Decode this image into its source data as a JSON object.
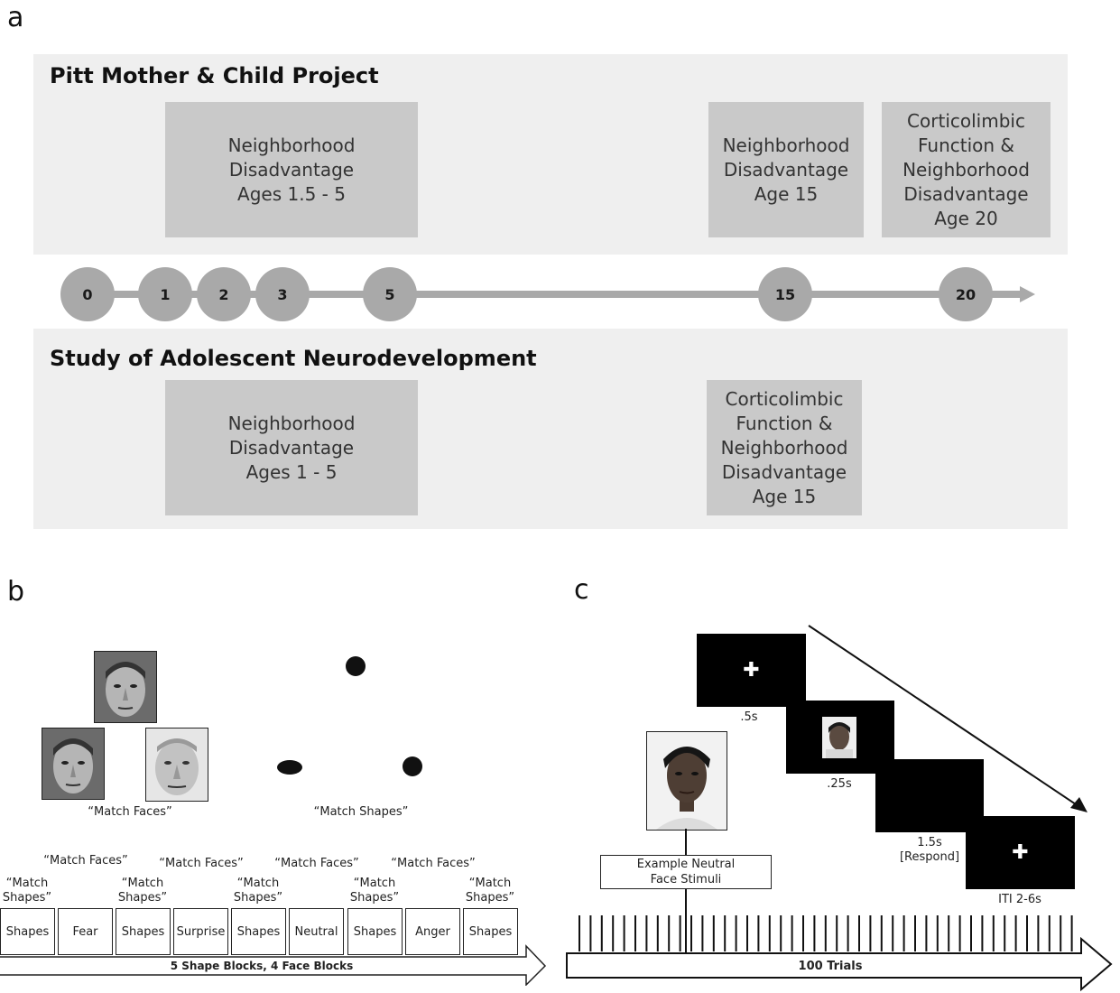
{
  "panel_a": {
    "letter": "a",
    "top_study": {
      "title": "Pitt Mother & Child Project",
      "boxes": [
        {
          "text": "Neighborhood\nDisadvantage\nAges 1.5 - 5"
        },
        {
          "text": "Neighborhood\nDisadvantage\nAge 15"
        },
        {
          "text": "Corticolimbic\nFunction &\nNeighborhood\nDisadvantage\nAge 20"
        }
      ]
    },
    "timeline": {
      "ages": [
        "0",
        "1",
        "2",
        "3",
        "5",
        "15",
        "20"
      ]
    },
    "bottom_study": {
      "title": "Study of Adolescent Neurodevelopment",
      "boxes": [
        {
          "text": "Neighborhood\nDisadvantage\nAges 1 - 5"
        },
        {
          "text": "Corticolimbic\nFunction &\nNeighborhood\nDisadvantage\nAge 15"
        }
      ]
    }
  },
  "panel_b": {
    "letter": "b",
    "faces_caption": "“Match Faces”",
    "shapes_caption": "“Match Shapes”",
    "face_labels": [
      "“Match Faces”",
      "“Match Faces”",
      "“Match Faces”",
      "“Match Faces”"
    ],
    "shape_labels": [
      "“Match\nShapes”",
      "“Match\nShapes”",
      "“Match\nShapes”",
      "“Match\nShapes”",
      "“Match\nShapes”"
    ],
    "blocks": [
      "Shapes",
      "Fear",
      "Shapes",
      "Surprise",
      "Shapes",
      "Neutral",
      "Shapes",
      "Anger",
      "Shapes"
    ],
    "arrow_label": "5 Shape Blocks, 4 Face Blocks"
  },
  "panel_c": {
    "letter": "c",
    "fixation_symbol": "✚",
    "times": [
      ".5s",
      ".25s",
      "1.5s\n[Respond]",
      "ITI 2-6s"
    ],
    "example_label": "Example Neutral\nFace Stimuli",
    "arrow_label": "100 Trials",
    "colors": {
      "screen": "#000000",
      "box_gray": "#c9c9c9",
      "node_gray": "#a9a9a9"
    }
  }
}
